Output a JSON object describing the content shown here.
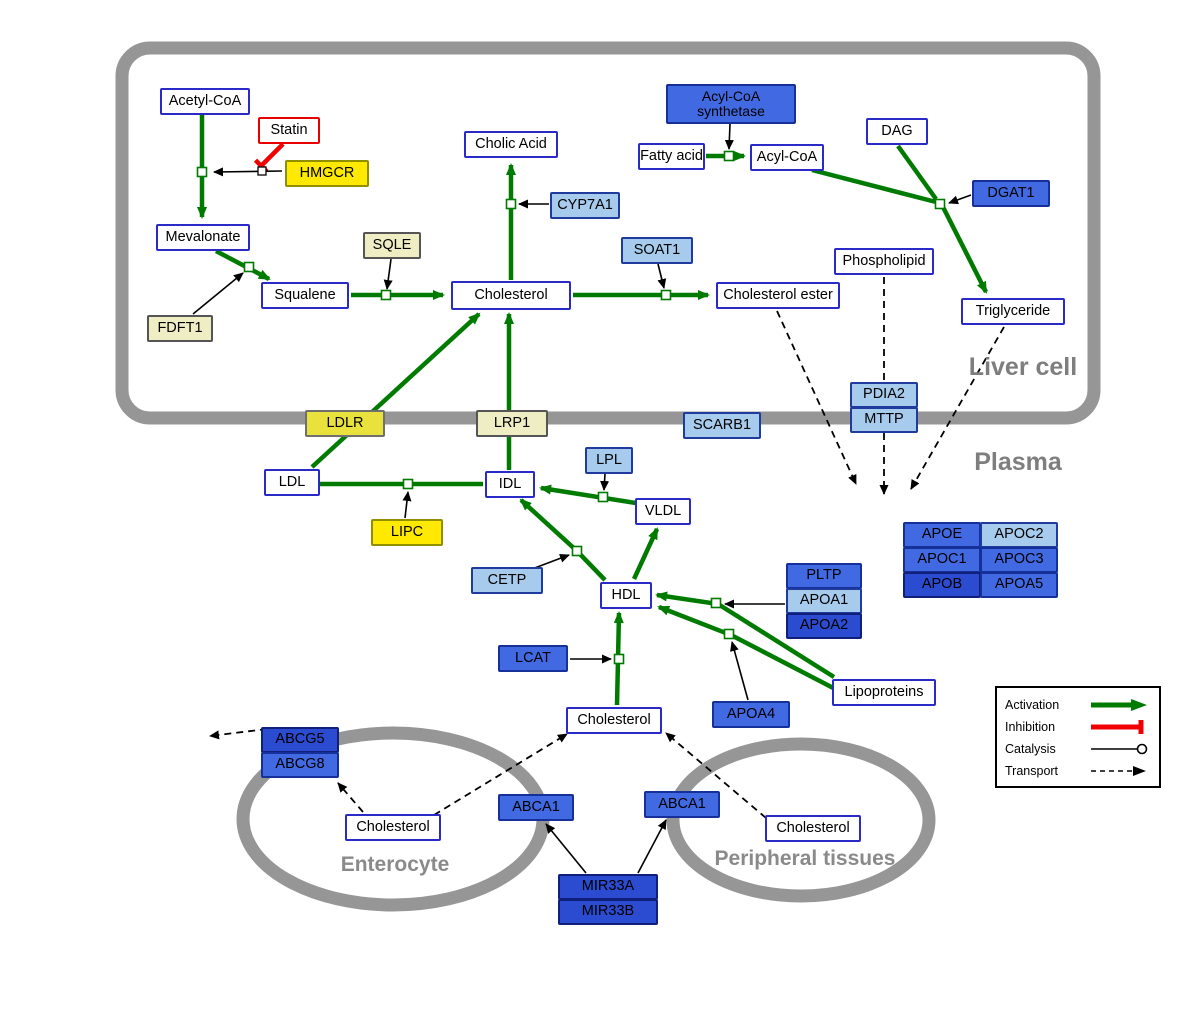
{
  "compartments": {
    "liver": "Liver cell",
    "plasma": "Plasma",
    "enterocyte": "Enterocyte",
    "peripheral": "Peripheral tissues"
  },
  "legend": {
    "activation": "Activation",
    "inhibition": "Inhibition",
    "catalysis": "Catalysis",
    "transport": "Transport"
  },
  "colors": {
    "activation_green": "#007B00",
    "inhibition_red": "#F00000",
    "membrane_gray": "#969696",
    "metabolite_border_blue": "#2A2AC8",
    "gene_blue": "#4169E1",
    "gene_light_blue": "#A6CBEC",
    "gene_dark_blue": "#2B4BD0",
    "drug_target_yellow": "#FFE900",
    "enzyme_khaki": "#EFEDC4"
  },
  "nodes": {
    "acetyl_coa": "Acetyl-CoA",
    "statin": "Statin",
    "hmgcr": "HMGCR",
    "mevalonate": "Mevalonate",
    "fdft1": "FDFT1",
    "squalene": "Squalene",
    "sqle": "SQLE",
    "cholesterol": "Cholesterol",
    "cholic_acid": "Cholic Acid",
    "cyp7a1": "CYP7A1",
    "soat1": "SOAT1",
    "cholesterol_ester": "Cholesterol ester",
    "acyl_coa_synthetase": "Acyl-CoA synthetase",
    "fatty_acid": "Fatty acid",
    "acyl_coa": "Acyl-CoA",
    "dag": "DAG",
    "dgat1": "DGAT1",
    "phospholipid": "Phospholipid",
    "triglyceride": "Triglyceride",
    "pdia2": "PDIA2",
    "mttp": "MTTP",
    "ldlr": "LDLR",
    "lrp1": "LRP1",
    "scarb1": "SCARB1",
    "ldl": "LDL",
    "idl": "IDL",
    "lpl": "LPL",
    "vldl": "VLDL",
    "lipc": "LIPC",
    "cetp": "CETP",
    "hdl": "HDL",
    "lcat": "LCAT",
    "pltp": "PLTP",
    "apoa1": "APOA1",
    "apoa2": "APOA2",
    "apoa4": "APOA4",
    "lipoproteins": "Lipoproteins",
    "apoe": "APOE",
    "apoc2": "APOC2",
    "apoc1": "APOC1",
    "apoc3": "APOC3",
    "apob": "APOB",
    "apoa5": "APOA5",
    "cholesterol_center": "Cholesterol",
    "abcg5": "ABCG5",
    "abcg8": "ABCG8",
    "cholesterol_enterocyte": "Cholesterol",
    "abca1_left": "ABCA1",
    "abca1_right": "ABCA1",
    "cholesterol_peripheral": "Cholesterol",
    "mir33a": "MIR33A",
    "mir33b": "MIR33B"
  }
}
